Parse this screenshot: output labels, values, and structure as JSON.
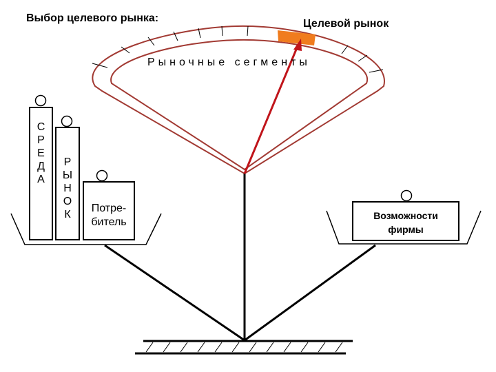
{
  "title": "Выбор целевого рынка:",
  "target_market": "Целевой рынок",
  "market_segments": "Рыночные сегменты",
  "left_pan": {
    "environment_letters": [
      "С",
      "Р",
      "Е",
      "Д",
      "А"
    ],
    "market_letters": [
      "Р",
      "Ы",
      "Н",
      "О",
      "К"
    ],
    "consumer_line1": "Потре-",
    "consumer_line2": "битель"
  },
  "right_pan": {
    "capabilities_line1": "Возможности",
    "capabilities_line2": "фирмы"
  },
  "colors": {
    "arrow": "#c0141a",
    "fan_outline": "#a23a33",
    "target_sector": "#f07c1e"
  }
}
